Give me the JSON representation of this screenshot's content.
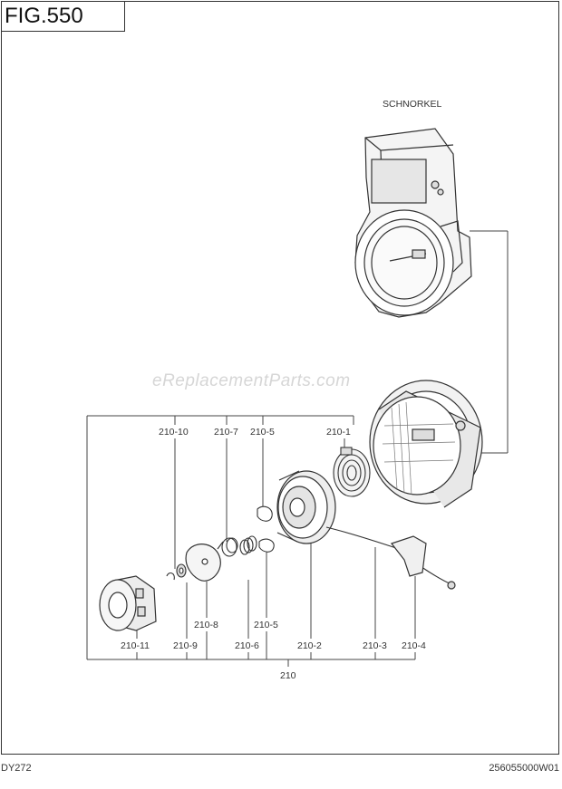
{
  "figure": {
    "title": "FIG.550"
  },
  "watermark": "eReplacementParts.com",
  "assembly_label": "SCHNORKEL",
  "part_labels": {
    "p210_10": "210-10",
    "p210_7": "210-7",
    "p210_5_top": "210-5",
    "p210_1": "210-1",
    "p210_8": "210-8",
    "p210_5_bottom": "210-5",
    "p210_11": "210-11",
    "p210_9": "210-9",
    "p210_6": "210-6",
    "p210_2": "210-2",
    "p210_3": "210-3",
    "p210_4": "210-4",
    "p210": "210"
  },
  "footer": {
    "model": "DY272",
    "code": "256055000W01"
  }
}
